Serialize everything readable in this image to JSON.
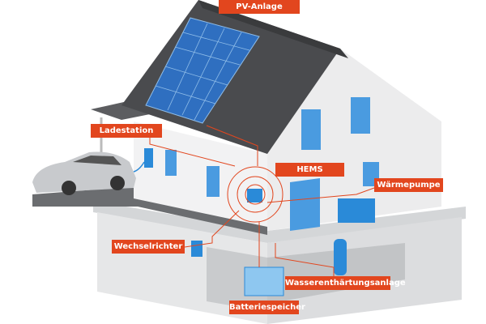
{
  "accent_color": "#e2461e",
  "labels": {
    "pv": "PV-Anlage",
    "charger": "Ladestation",
    "hems": "HEMS",
    "heatpump": "Wärmepumpe",
    "inverter": "Wechselrichter",
    "softener": "Wasserenthärtungsanlage",
    "battery": "Batteriespeicher"
  }
}
